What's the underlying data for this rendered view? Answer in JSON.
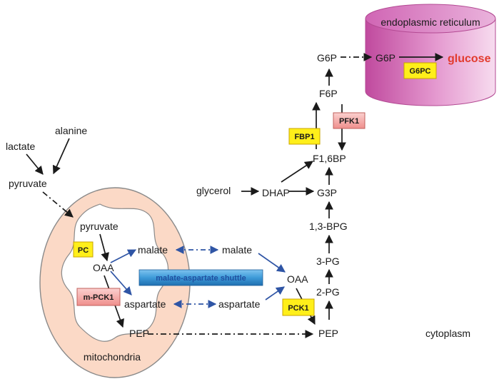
{
  "compartments": {
    "er": "endoplasmic reticulum",
    "mito": "mitochondria",
    "cyto": "cytoplasm"
  },
  "metabolites": {
    "lactate": "lactate",
    "alanine": "alanine",
    "pyruvate_cyto": "pyruvate",
    "pyruvate_mito": "pyruvate",
    "oaa_mito": "OAA",
    "malate_mito": "malate",
    "aspartate_mito": "aspartate",
    "pep_mito": "PEP",
    "malate_cyto": "malate",
    "aspartate_cyto": "aspartate",
    "oaa_cyto": "OAA",
    "pep_cyto": "PEP",
    "glycerol": "glycerol",
    "dhap": "DHAP",
    "g3p": "G3P",
    "bpg": "1,3-BPG",
    "pg3": "3-PG",
    "pg2": "2-PG",
    "f16bp": "F1,6BP",
    "f6p": "F6P",
    "g6p_cyto": "G6P",
    "g6p_er": "G6P",
    "glucose": "glucose"
  },
  "enzymes": {
    "pc": "PC",
    "mpck1": "m-PCK1",
    "pck1": "PCK1",
    "fbp1": "FBP1",
    "pfk1": "PFK1",
    "g6pc": "G6PC"
  },
  "shuttle": "malate-aspartate shuttle",
  "colors": {
    "arrow": "#1a1a1a",
    "shuttle_arrow": "#2f55a5",
    "glucose": "#e23b2e",
    "enzyme_yellow": "#ffef1a",
    "enzyme_pink": "#f3a2a0",
    "mito_fill": "#fbd9c6",
    "er_fill": "#d86fb8",
    "shuttle_box": "#3d9ad8"
  }
}
